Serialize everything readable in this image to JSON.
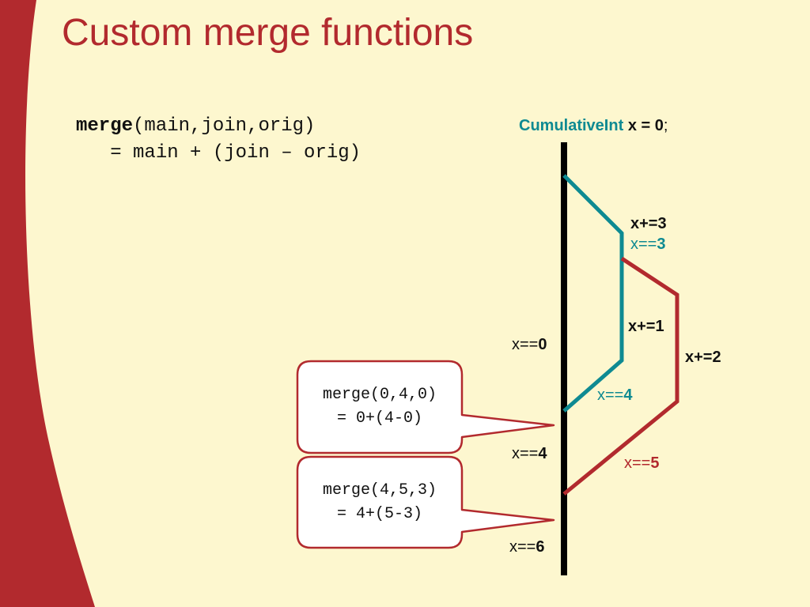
{
  "title": "Custom merge functions",
  "code": {
    "fn_name": "merge",
    "signature": "(main,join,orig)",
    "body": "   = main + (join – orig)"
  },
  "declaration": {
    "type": "CumulativeInt",
    "assignment": "x = 0",
    "terminator": ";"
  },
  "labels": {
    "x_eq_prefix": "x==",
    "main_0": "0",
    "main_4": "4",
    "main_6": "6",
    "teal_inc": "x+=3",
    "teal_read_value": "3",
    "teal_inc2": "x+=1",
    "teal_final_value": "4",
    "red_inc": "x+=2",
    "red_final_value": "5"
  },
  "bubbles": [
    {
      "line1": "merge(0,4,0)",
      "line2": "= 0+(4-0)"
    },
    {
      "line1": "merge(4,5,3)",
      "line2": "= 4+(5-3)"
    }
  ],
  "colors": {
    "accent_red": "#b22a2e",
    "teal": "#0e8a92",
    "background": "#fdf7cf",
    "main_line": "#000000"
  }
}
